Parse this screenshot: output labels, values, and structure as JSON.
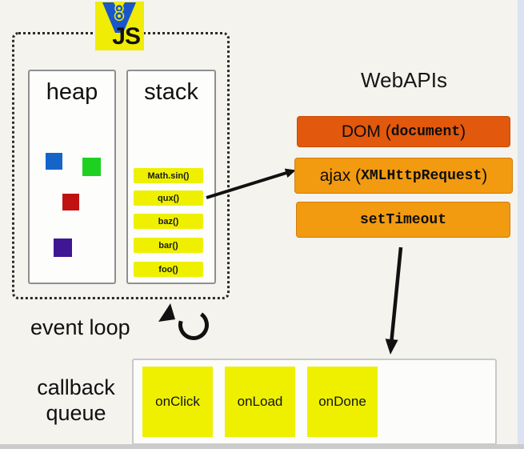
{
  "runtime": {
    "logo": {
      "text": "JS",
      "v8_number": "8",
      "bg_color": "#f0ec05",
      "v8_color": "#1956cc"
    },
    "heap": {
      "label": "heap",
      "squares": [
        {
          "name": "blue",
          "color": "#1565c8"
        },
        {
          "name": "green",
          "color": "#1ed121"
        },
        {
          "name": "red",
          "color": "#c11212"
        },
        {
          "name": "purple",
          "color": "#3f1693"
        }
      ]
    },
    "stack": {
      "label": "stack",
      "frame_color": "#eef000",
      "frames": [
        "Math.sin()",
        "qux()",
        "baz()",
        "bar()",
        "foo()"
      ]
    }
  },
  "webapis": {
    "title": "WebAPIs",
    "boxes": [
      {
        "prefix": "DOM (",
        "code": "document",
        "suffix": ")",
        "color": "#e2580c"
      },
      {
        "prefix": "ajax (",
        "code": "XMLHttpRequest",
        "suffix": ")",
        "color": "#f29a10"
      },
      {
        "prefix": "",
        "code": "setTimeout",
        "suffix": "",
        "color": "#f29a10"
      }
    ]
  },
  "event_loop": {
    "label": "event loop"
  },
  "callback_queue": {
    "label_line1": "callback",
    "label_line2": "queue",
    "item_color": "#eef000",
    "items": [
      "onClick",
      "onLoad",
      "onDone"
    ]
  },
  "page": {
    "background": "#f4f3ee",
    "right_edge_color": "#dbe2f1",
    "bottom_edge_color": "#cbcbcb"
  }
}
